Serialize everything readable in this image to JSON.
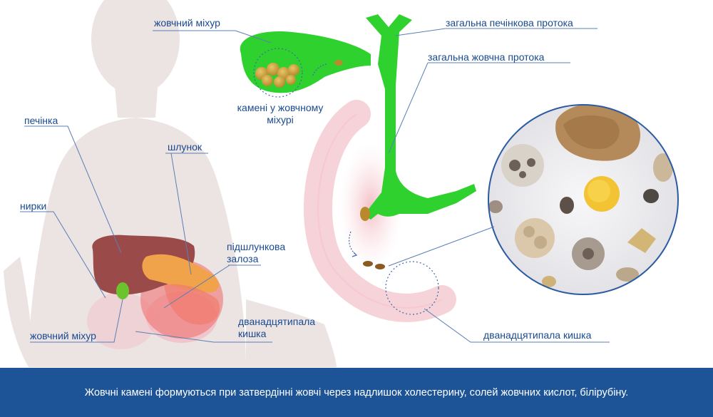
{
  "labels": {
    "gallbladder_top": "жовчний міхур",
    "common_hepatic_duct": "загальна печінкова протока",
    "common_bile_duct": "загальна жовчна протока",
    "stones_in_gallbladder": "камені у жовчному міхурі",
    "liver": "печінка",
    "stomach": "шлунок",
    "kidneys": "нирки",
    "pancreas": "підшлункова залоза",
    "gallbladder_bottom": "жовчний міхур",
    "duodenum_left": "дванадцятипала кишка",
    "duodenum_right": "дванадцятипала кишка"
  },
  "caption": "Жовчні камені формуються при затвердінні жовчі через надлишок холестерину, солей жовчних кислот, білірубіну.",
  "colors": {
    "label_text": "#1a4a8e",
    "caption_bar": "#1d5497",
    "duct_green": "#2fd12f",
    "silhouette": "#ece3e3"
  }
}
